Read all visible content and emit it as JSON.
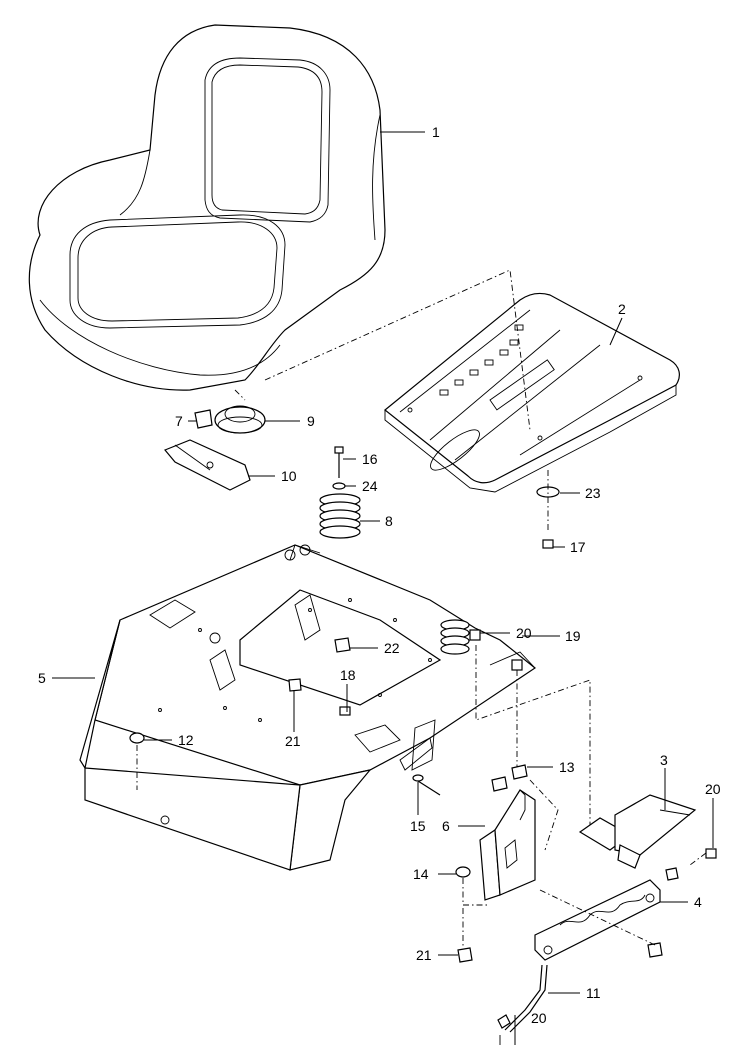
{
  "callouts": [
    {
      "id": "c1",
      "label": "1"
    },
    {
      "id": "c2",
      "label": "2"
    },
    {
      "id": "c3",
      "label": "3"
    },
    {
      "id": "c4",
      "label": "4"
    },
    {
      "id": "c5",
      "label": "5"
    },
    {
      "id": "c6",
      "label": "6"
    },
    {
      "id": "c7",
      "label": "7"
    },
    {
      "id": "c8",
      "label": "8"
    },
    {
      "id": "c9",
      "label": "9"
    },
    {
      "id": "c10",
      "label": "10"
    },
    {
      "id": "c11",
      "label": "11"
    },
    {
      "id": "c12",
      "label": "12"
    },
    {
      "id": "c13",
      "label": "13"
    },
    {
      "id": "c14",
      "label": "14"
    },
    {
      "id": "c15",
      "label": "15"
    },
    {
      "id": "c16",
      "label": "16"
    },
    {
      "id": "c17",
      "label": "17"
    },
    {
      "id": "c18",
      "label": "18"
    },
    {
      "id": "c19",
      "label": "19"
    },
    {
      "id": "c20a",
      "label": "20"
    },
    {
      "id": "c20b",
      "label": "20"
    },
    {
      "id": "c20c",
      "label": "20"
    },
    {
      "id": "c21a",
      "label": "21"
    },
    {
      "id": "c21b",
      "label": "21"
    },
    {
      "id": "c22",
      "label": "22"
    },
    {
      "id": "c23",
      "label": "23"
    },
    {
      "id": "c24",
      "label": "24"
    }
  ]
}
